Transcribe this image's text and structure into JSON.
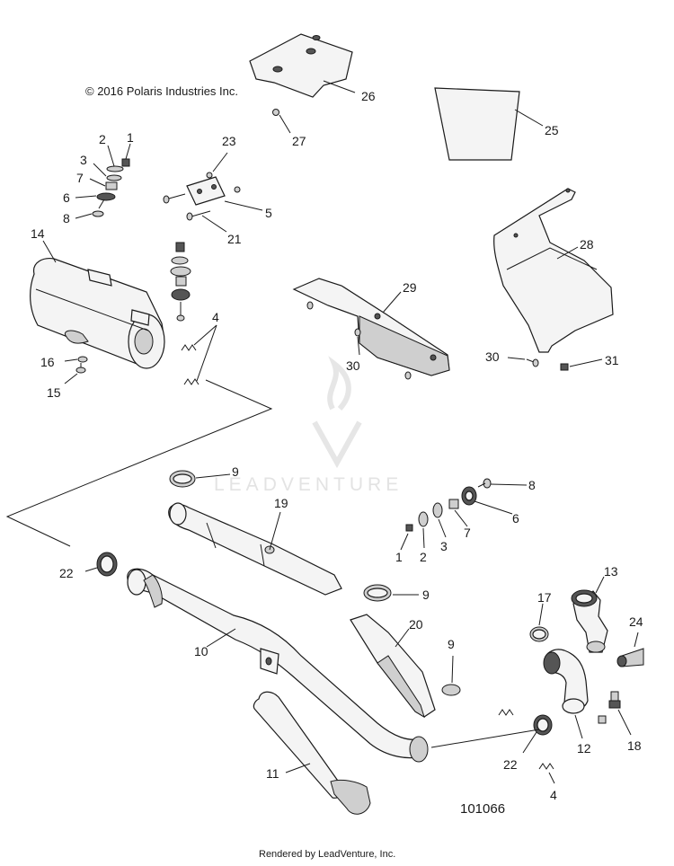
{
  "copyright": "© 2016 Polaris Industries Inc.",
  "drawing_number": "101066",
  "rendered_by": "Rendered by LeadVenture, Inc.",
  "watermark": "LEADVENTURE",
  "callouts": {
    "c1a": "1",
    "c2a": "2",
    "c3a": "3",
    "c7a": "7",
    "c6a": "6",
    "c8a": "8",
    "c23": "23",
    "c5": "5",
    "c21": "21",
    "c14": "14",
    "c4a": "4",
    "c16": "16",
    "c15": "15",
    "c26": "26",
    "c27": "27",
    "c25": "25",
    "c28": "28",
    "c29": "29",
    "c30a": "30",
    "c30b": "30",
    "c31": "31",
    "c9a": "9",
    "c19": "19",
    "c8b": "8",
    "c6b": "6",
    "c7b": "7",
    "c3b": "3",
    "c2b": "2",
    "c1b": "1",
    "c22a": "22",
    "c9b": "9",
    "c10": "10",
    "c20": "20",
    "c9c": "9",
    "c17": "17",
    "c13": "13",
    "c24": "24",
    "c11": "11",
    "c22b": "22",
    "c12": "12",
    "c18": "18",
    "c4b": "4"
  }
}
